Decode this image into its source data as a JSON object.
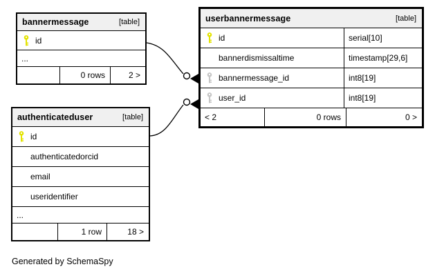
{
  "footer_note": "Generated by SchemaSpy",
  "colors": {
    "primary_key": "#e3e300",
    "foreign_key": "#c6c6c6",
    "header_bg": "#f0f0f0",
    "border": "#000000",
    "background": "#ffffff"
  },
  "tables": {
    "bannermessage": {
      "name": "bannermessage",
      "tag": "[table]",
      "columns": [
        {
          "name": "id",
          "key": "primary"
        },
        {
          "name": "..."
        }
      ],
      "footer": {
        "back": "",
        "rows": "0 rows",
        "forward": "2 >"
      }
    },
    "userbannermessage": {
      "name": "userbannermessage",
      "tag": "[table]",
      "columns": [
        {
          "name": "id",
          "type": "serial[10]",
          "key": "primary"
        },
        {
          "name": "bannerdismissaltime",
          "type": "timestamp[29,6]"
        },
        {
          "name": "bannermessage_id",
          "type": "int8[19]",
          "key": "foreign"
        },
        {
          "name": "user_id",
          "type": "int8[19]",
          "key": "foreign"
        }
      ],
      "footer": {
        "back": "< 2",
        "rows": "0 rows",
        "forward": "0 >"
      }
    },
    "authenticateduser": {
      "name": "authenticateduser",
      "tag": "[table]",
      "columns": [
        {
          "name": "id",
          "key": "primary"
        },
        {
          "name": "authenticatedorcid"
        },
        {
          "name": "email"
        },
        {
          "name": "useridentifier"
        },
        {
          "name": "..."
        }
      ],
      "footer": {
        "back": "",
        "rows": "1 row",
        "forward": "18 >"
      }
    }
  },
  "relationships": [
    {
      "from": "bannermessage.id",
      "to": "userbannermessage.bannermessage_id"
    },
    {
      "from": "authenticateduser.id",
      "to": "userbannermessage.user_id"
    }
  ]
}
